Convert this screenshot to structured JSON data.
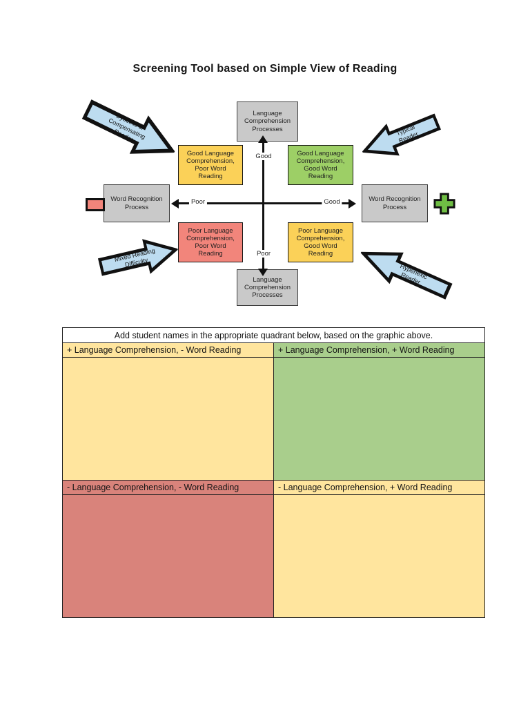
{
  "title": "Screening Tool based on Simple View of Reading",
  "diagram": {
    "process_boxes": {
      "top": "Language\nComprehension\nProcesses",
      "bottom": "Language\nComprehension\nProcesses",
      "left": "Word Recognition\nProcess",
      "right": "Word Recognition\nProcess"
    },
    "quadrants": {
      "top_left": {
        "label": "Good Language\nComprehension,\nPoor Word\nReading",
        "color": "#FBD158"
      },
      "top_right": {
        "label": "Good Language\nComprehension,\nGood Word\nReading",
        "color": "#9DCF66"
      },
      "bottom_left": {
        "label": "Poor Language\nComprehension,\nPoor Word\nReading",
        "color": "#F2857B"
      },
      "bottom_right": {
        "label": "Poor Language\nComprehension,\nGood Word\nReading",
        "color": "#FBD158"
      }
    },
    "arrows": {
      "top_left": "Dyselxic or\nCompensating Reader",
      "top_right": "Typical Reader",
      "bottom_left": "Mixed Reading\nDifficulty",
      "bottom_right": "Hyperlexic Reader"
    },
    "axis": {
      "vertical_top": "Good",
      "vertical_bottom": "Poor",
      "horizontal_left": "Poor",
      "horizontal_right": "Good"
    },
    "arrow_fill": "#BDDCF0",
    "minus_icon_color": "#F2857B",
    "plus_icon_color": "#6FBE44"
  },
  "table": {
    "caption": "Add student names in the appropriate quadrant below, based on the graphic above.",
    "quadrants": [
      {
        "header": "+ Language Comprehension, - Word Reading",
        "color": "#FFE59E"
      },
      {
        "header": "+ Language Comprehension, + Word Reading",
        "color": "#A9CE8C"
      },
      {
        "header": "- Language Comprehension, - Word Reading",
        "color": "#D9837B"
      },
      {
        "header": "- Language Comprehension, + Word Reading",
        "color": "#FFE59E"
      }
    ]
  }
}
